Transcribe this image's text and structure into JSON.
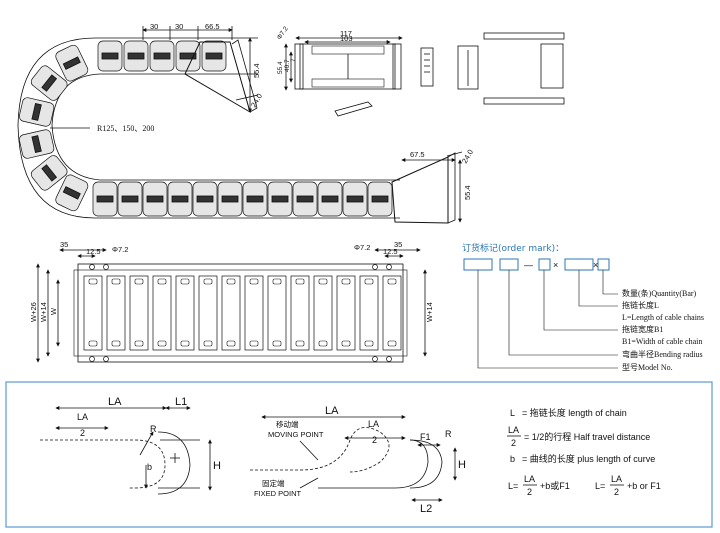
{
  "top": {
    "radius_label": "R125、150、200",
    "dims_left": {
      "d1": "30",
      "d2": "30",
      "d3": "66.5",
      "h_554": "55.4",
      "h_24": "24.0"
    },
    "dims_right_end": {
      "w": "67.5",
      "h_554": "55.4",
      "h_24": "24.0"
    },
    "section": {
      "w117": "117",
      "w103": "103",
      "phi": "Φ7.2",
      "h554": "55.4",
      "h407": "40.7",
      "h7": "7"
    }
  },
  "plan": {
    "d35_left": "35",
    "d125_left": "12.5",
    "phi_left": "Φ7.2",
    "phi_right": "Φ7.2",
    "d35_right": "35",
    "d125_right": "12.5",
    "v_w26": "W+26",
    "v_w14": "W+14",
    "v_w": "W",
    "v_w14_right": "W+14"
  },
  "order_mark": {
    "title": "订货标记(order mark)：",
    "sep1": "—",
    "sep2": "×",
    "sep3": "×",
    "items": [
      "数量(条)Quantity(Bar)",
      "拖链长度L",
      "L=Length of cable chains",
      "拖链宽度B1",
      "B1=Width of cable chain",
      "弯曲半径Bending radius",
      "型号Model No."
    ]
  },
  "bottom": {
    "left_fig": {
      "la": "LA",
      "frac_num": "LA",
      "frac_den": "2",
      "l1": "L1",
      "r": "R",
      "b": "b",
      "h": "H"
    },
    "mid_fig": {
      "la": "LA",
      "frac_num": "LA",
      "frac_den": "2",
      "moving_cn": "移动端",
      "moving_en": "MOVING POINT",
      "fixed_cn": "固定端",
      "fixed_en": "FIXED POINT",
      "f1": "F1",
      "r": "R",
      "h": "H",
      "l2": "L2"
    },
    "legend": {
      "l_sym": "L",
      "l_text": "= 拖链长度  length of chain",
      "la_num": "LA",
      "la_den": "2",
      "la_text": "= 1/2的行程  Half travel distance",
      "b_sym": "b",
      "b_text": "= 曲线的长度  plus length of curve",
      "f1_pre": "L=",
      "f1_num": "LA",
      "f1_den": "2",
      "f1_post": "+b或F1",
      "f2_pre": "L=",
      "f2_num": "LA",
      "f2_den": "2",
      "f2_post": "+b or F1"
    }
  }
}
